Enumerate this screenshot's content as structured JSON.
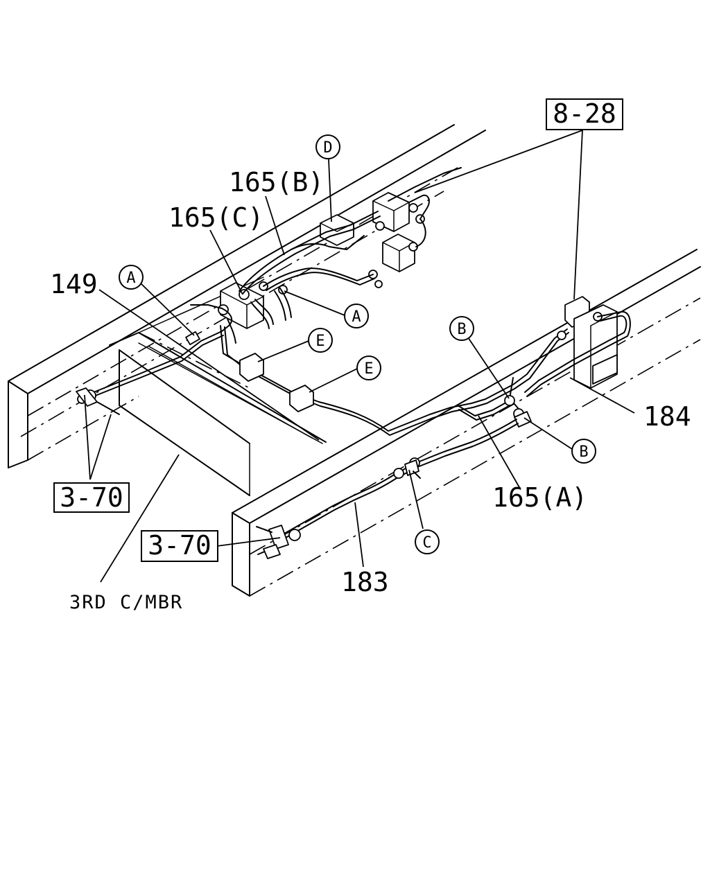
{
  "labels": {
    "ref_8_28": "8-28",
    "ref_3_70_left": "3-70",
    "ref_3_70_bottom": "3-70",
    "p165b": "165(B)",
    "p165c": "165(C)",
    "p149": "149",
    "p184": "184",
    "p165a": "165(A)",
    "p183": "183",
    "third_crossmember": "3RD C/MBR"
  },
  "callouts": {
    "D": "D",
    "A_upper": "A",
    "A_lower": "A",
    "E_upper": "E",
    "E_lower": "E",
    "B_upper": "B",
    "B_lower": "B",
    "C": "C"
  }
}
